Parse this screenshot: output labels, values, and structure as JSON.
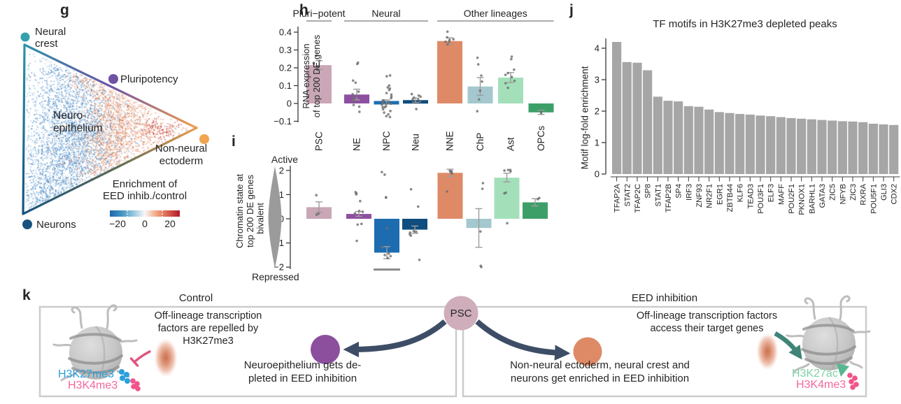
{
  "panels": {
    "g": "g",
    "h": "h",
    "i": "i",
    "j": "j",
    "k": "k"
  },
  "panel_g": {
    "corners": {
      "neural_crest": {
        "lines": [
          "Neural",
          "crest"
        ],
        "color": "#35a0ad"
      },
      "pluripotency": {
        "label": "Pluripotency",
        "color": "#6e52a4"
      },
      "non_neural": {
        "lines": [
          "Non-neural",
          "ectoderm"
        ],
        "color": "#f2a44f"
      },
      "neurons": {
        "label": "Neurons",
        "color": "#17527f"
      }
    },
    "region": {
      "lines": [
        "Neuro-",
        "epithelium"
      ]
    },
    "colorbar": {
      "title_lines": [
        "Enrichment of",
        "EED inhib./control"
      ],
      "ticks": [
        "−20",
        "0",
        "20"
      ],
      "gradient": [
        "#2166ac",
        "#4393c3",
        "#92c5de",
        "#f7f7f7",
        "#f4a582",
        "#d6604d",
        "#b2182b"
      ]
    },
    "palettes": {
      "blue": [
        "#1a61a8",
        "#2e77bc",
        "#5694cd",
        "#81b4dd",
        "#a9cde8",
        "#3a82c4",
        "#6ba2d4"
      ],
      "orange": [
        "#e9936b",
        "#dd7d55",
        "#ce6845",
        "#f0ad8a",
        "#e58a63",
        "#f3c1a9"
      ],
      "red": [
        "#b2242f",
        "#c0392f",
        "#d26245"
      ]
    },
    "scatter_clusters": [
      {
        "cx": 105,
        "cy": 170,
        "sx": 40,
        "sy": 50,
        "n": 1800,
        "palette": "blue"
      },
      {
        "cx": 82,
        "cy": 248,
        "sx": 30,
        "sy": 34,
        "n": 1000,
        "palette": "blue"
      },
      {
        "cx": 120,
        "cy": 205,
        "sx": 26,
        "sy": 40,
        "n": 700,
        "palette": "blue"
      },
      {
        "cx": 56,
        "cy": 284,
        "sx": 16,
        "sy": 16,
        "n": 250,
        "palette": "blue"
      },
      {
        "cx": 75,
        "cy": 120,
        "sx": 25,
        "sy": 30,
        "n": 220,
        "palette": "blue"
      },
      {
        "cx": 128,
        "cy": 110,
        "sx": 17,
        "sy": 13,
        "n": 260,
        "palette": "orange"
      },
      {
        "cx": 158,
        "cy": 185,
        "sx": 17,
        "sy": 48,
        "n": 1000,
        "palette": "orange"
      },
      {
        "cx": 186,
        "cy": 158,
        "sx": 24,
        "sy": 26,
        "n": 550,
        "palette": "orange"
      },
      {
        "cx": 198,
        "cy": 196,
        "sx": 26,
        "sy": 16,
        "n": 300,
        "palette": "orange"
      },
      {
        "cx": 140,
        "cy": 240,
        "sx": 30,
        "sy": 30,
        "n": 350,
        "palette": "orange"
      },
      {
        "cx": 231,
        "cy": 186,
        "sx": 16,
        "sy": 8,
        "n": 160,
        "palette": "red"
      }
    ]
  },
  "chart_data": [
    {
      "id": "h",
      "type": "bar",
      "ylabel_lines": [
        "RNA expression",
        "of top 200 DE genes"
      ],
      "categories": [
        "PSC",
        "NE",
        "NPC",
        "Neu",
        "NNE",
        "ChP",
        "Ast",
        "OPCs"
      ],
      "groups": [
        {
          "label": "Pluri-potent",
          "span": [
            0,
            0
          ]
        },
        {
          "label": "Neural",
          "span": [
            1,
            3
          ]
        },
        {
          "label": "Other lineages",
          "span": [
            4,
            7
          ]
        }
      ],
      "values": [
        0.215,
        0.05,
        0.008,
        0.018,
        0.35,
        0.095,
        0.145,
        -0.05
      ],
      "errors": [
        0.025,
        0.03,
        0.012,
        0.012,
        0.018,
        0.05,
        0.028,
        0.012
      ],
      "colors": [
        "#c9a7b6",
        "#8e4fa0",
        "#1d6cb0",
        "#0f4d7e",
        "#df8a67",
        "#a4c8ce",
        "#a3e0ba",
        "#3d9f68"
      ],
      "points": [
        [
          0.27,
          0.24,
          0.23,
          0.22,
          0.21,
          0.2,
          0.19
        ],
        [
          0.23,
          0.22,
          0.13,
          0.12,
          0.07,
          0.05,
          0.04,
          0.03,
          0.02,
          0.01,
          -0.01,
          -0.02,
          -0.05
        ],
        [
          0.16,
          0.15,
          0.1,
          0.09,
          0.085,
          0.075,
          0.06,
          0.05,
          0.04,
          0.03,
          0.02,
          0.015,
          0.01,
          0.005,
          0,
          -0.005,
          -0.01,
          -0.015,
          -0.02,
          -0.025,
          -0.03,
          -0.04,
          -0.05,
          -0.06,
          -0.07,
          -0.08
        ],
        [
          0.055,
          0.045,
          0.04,
          0.03,
          0.025,
          0.02,
          0.01,
          0.005,
          -0.035
        ],
        [
          0.4,
          0.37,
          0.36,
          0.355,
          0.35,
          0.345,
          0.33
        ],
        [
          0.26,
          0.22,
          0.16,
          0.12,
          0.07,
          0.02,
          -0.04
        ],
        [
          0.26,
          0.25,
          0.19,
          0.17,
          0.16,
          0.15,
          0.13,
          0.11,
          0.09
        ],
        [
          -0.045,
          -0.055
        ]
      ],
      "yticks": [
        0.4,
        0.3,
        0.2,
        0.1,
        0,
        -0.1
      ],
      "ylim": [
        -0.11,
        0.42
      ]
    },
    {
      "id": "i",
      "type": "bar",
      "ylabel_lines": [
        "Chromatin state at",
        "top 200 DE genes"
      ],
      "side_label": "bivalent",
      "axis_top_label": "Active",
      "axis_bottom_label": "Repressed",
      "categories": [
        "PSC",
        "NE",
        "NPC",
        "Neu",
        "NNE",
        "ChP",
        "Ast",
        "OPCs"
      ],
      "values": [
        0.48,
        0.2,
        -1.4,
        -0.45,
        1.9,
        -0.38,
        1.7,
        0.68
      ],
      "errors": [
        0.22,
        0.1,
        0.25,
        0.15,
        0.15,
        0.8,
        0.18,
        0.15
      ],
      "colors": [
        "#c9a7b6",
        "#8e4fa0",
        "#1d6cb0",
        "#0f4d7e",
        "#df8a67",
        "#a4c8ce",
        "#a3e0ba",
        "#3d9f68"
      ],
      "points": [
        [
          1.0,
          0.2,
          0.15
        ],
        [
          1.12,
          1.05,
          1.0,
          0.72,
          0.35,
          0.3,
          0.25,
          -0.2,
          -0.25,
          -0.9
        ],
        [
          1.95,
          1.85,
          0.9,
          0.88,
          -0.4,
          -1.15,
          -1.45,
          -1.5,
          -1.55,
          -1.6
        ],
        [
          1.2,
          0.5,
          -0.5,
          -0.55,
          -0.6,
          -0.62,
          -0.68,
          -1.7
        ],
        [
          2.0,
          1.97,
          1.95,
          1.9,
          1.12
        ],
        [
          1.45,
          1.25,
          -0.55,
          -1.95,
          -1.98
        ],
        [
          2.02,
          2.0,
          1.97,
          1.93,
          1.1,
          1.05,
          -0.18
        ],
        [
          0.88,
          0.8
        ]
      ],
      "yticks": [
        2,
        1,
        0,
        -1,
        -2
      ],
      "ylim": [
        -2.2,
        2.1
      ],
      "outlier_line": {
        "category_index": 2,
        "value": -2.1
      }
    },
    {
      "id": "j",
      "type": "bar",
      "title": "TF motifs in H3K27me3 depleted peaks",
      "ylabel": "Motif log-fold enrichment",
      "categories": [
        "TFAP2A",
        "STAT2",
        "TFAP2C",
        "SP8",
        "STAT1",
        "TFAP2B",
        "SP4",
        "IRF3",
        "ZNF93",
        "NR2F1",
        "EGR1",
        "ZBTB44",
        "KLF6",
        "TEAD3",
        "POU3F1",
        "ELF3",
        "MAFF",
        "POU2F1",
        "PKNOX1",
        "BARHL1",
        "GATA3",
        "ZIC5",
        "NFYB",
        "ZIC3",
        "RXRA",
        "POU5F1",
        "GLI3",
        "CDX2"
      ],
      "values": [
        4.2,
        3.56,
        3.54,
        3.3,
        2.46,
        2.33,
        2.31,
        2.16,
        2.14,
        2.05,
        1.97,
        1.94,
        1.91,
        1.89,
        1.86,
        1.84,
        1.81,
        1.78,
        1.76,
        1.74,
        1.72,
        1.7,
        1.68,
        1.67,
        1.65,
        1.6,
        1.58,
        1.56
      ],
      "bar_color": "#a6a6a6",
      "yticks": [
        0,
        1,
        2,
        3,
        4
      ],
      "ylim": [
        0,
        4.4
      ]
    }
  ],
  "panel_k": {
    "control_title": "Control",
    "eed_title": "EED inhibition",
    "psc": "PSC",
    "left_text": [
      "Off-lineage transcription",
      "factors are repelled by",
      "H3K27me3"
    ],
    "left_caption": [
      "Neuroepithelium gets de-",
      "pleted in EED inhibition"
    ],
    "right_text": [
      "Off-lineage transcription  factors",
      "access their target genes"
    ],
    "right_caption": [
      "Non-neural ectoderm, neural crest and",
      "neurons get enriched in EED inhibition"
    ],
    "marks": {
      "h3k27me3": {
        "label": "H3K27me3",
        "color": "#28a0dd"
      },
      "h3k4me3": {
        "label": "H3K4me3",
        "color": "#f4679d"
      },
      "h3k27ac": {
        "label": "H3K27ac",
        "color": "#7fd0a7"
      }
    },
    "psc_color": "#cfadba",
    "neuro_color": "#8b4f9e",
    "nne_color": "#df8a66",
    "arrow_color": "#3d4d66",
    "inhibit_arrow_color": "#e0567f",
    "access_arrow_color": "#3e8577",
    "box_border": "#cccccc"
  }
}
